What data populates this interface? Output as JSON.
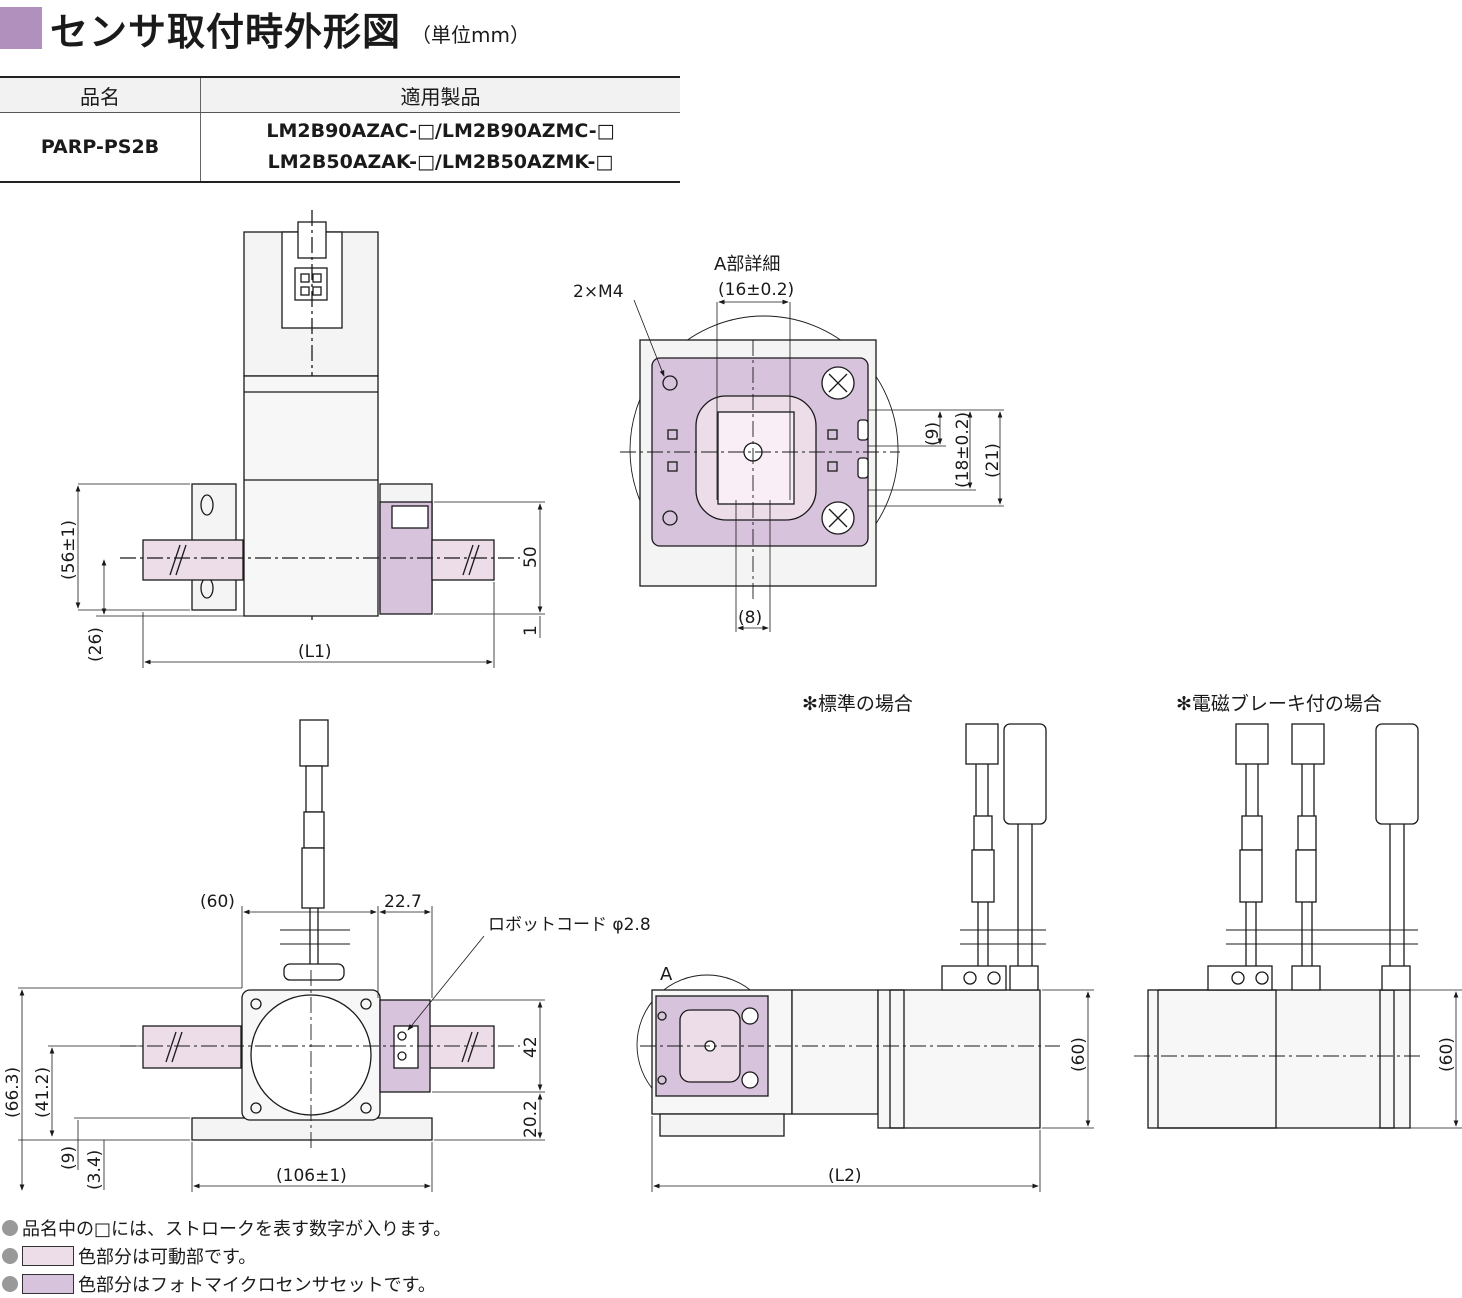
{
  "title": {
    "text": "センサ取付時外形図",
    "unit": "（単位mm）",
    "square_color": "#b290bd"
  },
  "table": {
    "header_name": "品名",
    "header_products": "適用製品",
    "name": "PARP-PS2B",
    "products_line1": "LM2B90AZAC-□/LM2B90AZMC-□",
    "products_line2": "LM2B50AZAK-□/LM2B50AZMK-□"
  },
  "dims": {
    "front": {
      "h56": "(56±1)",
      "h26": "(26)",
      "w_l1": "(L1)",
      "h50": "50",
      "h1": "1"
    },
    "detail": {
      "title": "A部詳細",
      "w16": "(16±0.2)",
      "thread": "2×M4",
      "h9": "(9)",
      "h18": "(18±0.2)",
      "h21": "(21)",
      "w8": "(8)"
    },
    "end": {
      "w60": "(60)",
      "w22_7": "22.7",
      "cord": "ロボットコード φ2.8",
      "h66_3": "(66.3)",
      "h41_2": "(41.2)",
      "h9": "(9)",
      "h3_4": "(3.4)",
      "h42": "42",
      "h20_2": "20.2",
      "w106": "(106±1)"
    },
    "side": {
      "std_label": "✻標準の場合",
      "brake_label": "✻電磁ブレーキ付の場合",
      "a_label": "A",
      "h60_std": "(60)",
      "h60_brake": "(60)",
      "w_l2": "(L2)"
    }
  },
  "colors": {
    "movable": "#ecdde9",
    "sensor": "#d7c3dc",
    "line": "#1a1a1a",
    "body": "#f4f4f4"
  },
  "notes": {
    "note1": "品名中の□には、ストロークを表す数字が入ります。",
    "note2": "色部分は可動部です。",
    "note3": "色部分はフォトマイクロセンサセットです。"
  }
}
